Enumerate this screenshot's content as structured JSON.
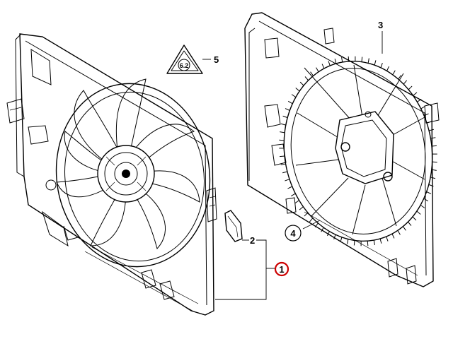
{
  "diagram": {
    "callouts": [
      {
        "id": "1",
        "label": "1",
        "highlighted": true
      },
      {
        "id": "2",
        "label": "2",
        "highlighted": false
      },
      {
        "id": "3",
        "label": "3",
        "highlighted": false
      },
      {
        "id": "4",
        "label": "4",
        "highlighted": false,
        "circled": true
      },
      {
        "id": "5",
        "label": "5",
        "highlighted": false
      }
    ],
    "warning_badge": {
      "text": "6.2",
      "icon": "fan-warning-triangle-icon"
    },
    "colors": {
      "line": "#000000",
      "highlight": "#cc0000",
      "background": "#ffffff"
    }
  }
}
